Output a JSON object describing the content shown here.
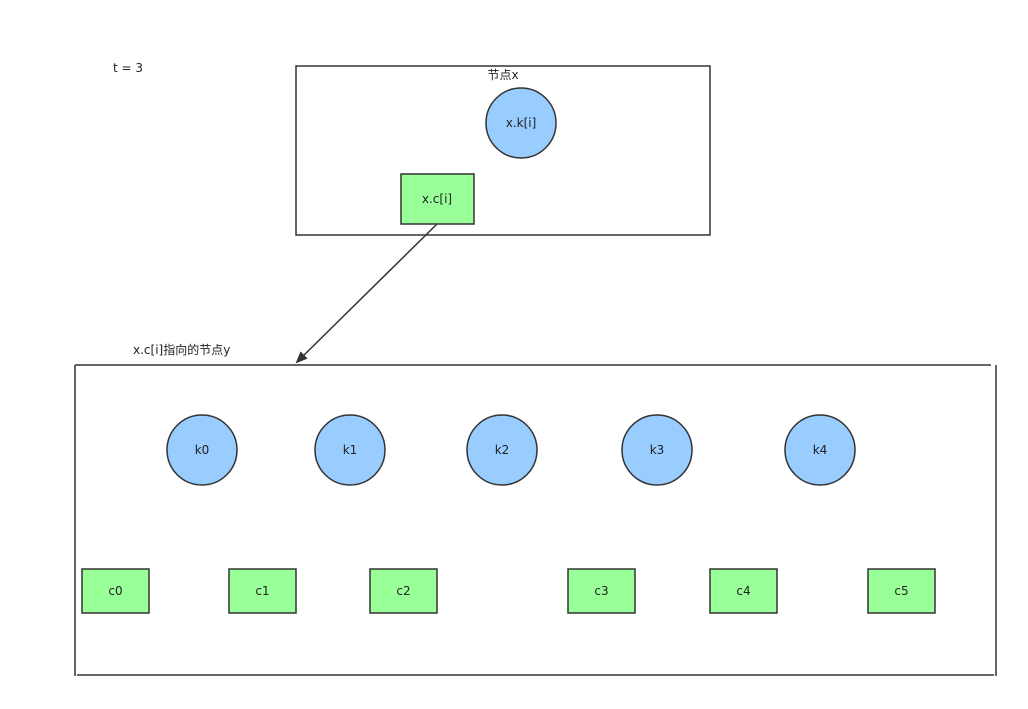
{
  "degree_label": "t = 3",
  "colors": {
    "key_fill": "#99ccff",
    "child_fill": "#99ff99",
    "stroke": "#333333"
  },
  "node_x": {
    "label": "节点x",
    "key": "x.k[i]",
    "child": "x.c[i]"
  },
  "node_y": {
    "label": "x.c[i]指向的节点y",
    "keys": [
      "k0",
      "k1",
      "k2",
      "k3",
      "k4"
    ],
    "children": [
      "c0",
      "c1",
      "c2",
      "c3",
      "c4",
      "c5"
    ]
  },
  "pointer": {
    "from": "x.c[i]",
    "to": "x.c[i]指向的节点y"
  }
}
